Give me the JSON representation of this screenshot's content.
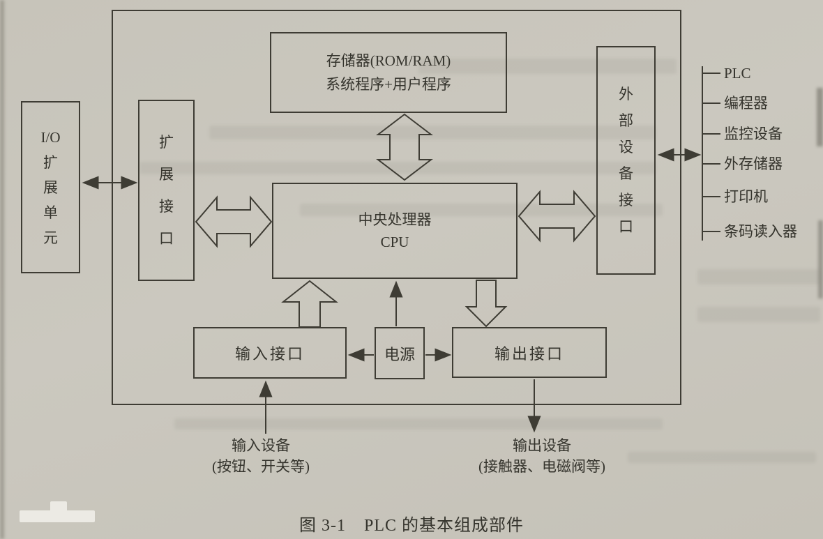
{
  "figure": {
    "caption_number": "图 3-1",
    "caption_title": "PLC 的基本组成部件"
  },
  "diagram": {
    "boxes": {
      "io_expansion_unit": "I/O\n扩\n展\n单\n元",
      "expansion_interface": "扩\n展\n接\n口",
      "memory": "存储器(ROM/RAM)\n系统程序+用户程序",
      "cpu": "中央处理器\nCPU",
      "external_device_interface": "外\n部\n设\n备\n接\n口",
      "input_interface": "输入接口",
      "power": "电源",
      "output_interface": "输出接口"
    },
    "external_devices": [
      "PLC",
      "编程器",
      "监控设备",
      "外存储器",
      "打印机",
      "条码读入器"
    ],
    "peripheral_labels": {
      "input_devices": "输入设备\n(按钮、开关等)",
      "output_devices": "输出设备\n(接触器、电磁阀等)"
    },
    "colors": {
      "paper": "#c8c5bc",
      "line": "#3e3c34",
      "text": "#35342d"
    }
  }
}
